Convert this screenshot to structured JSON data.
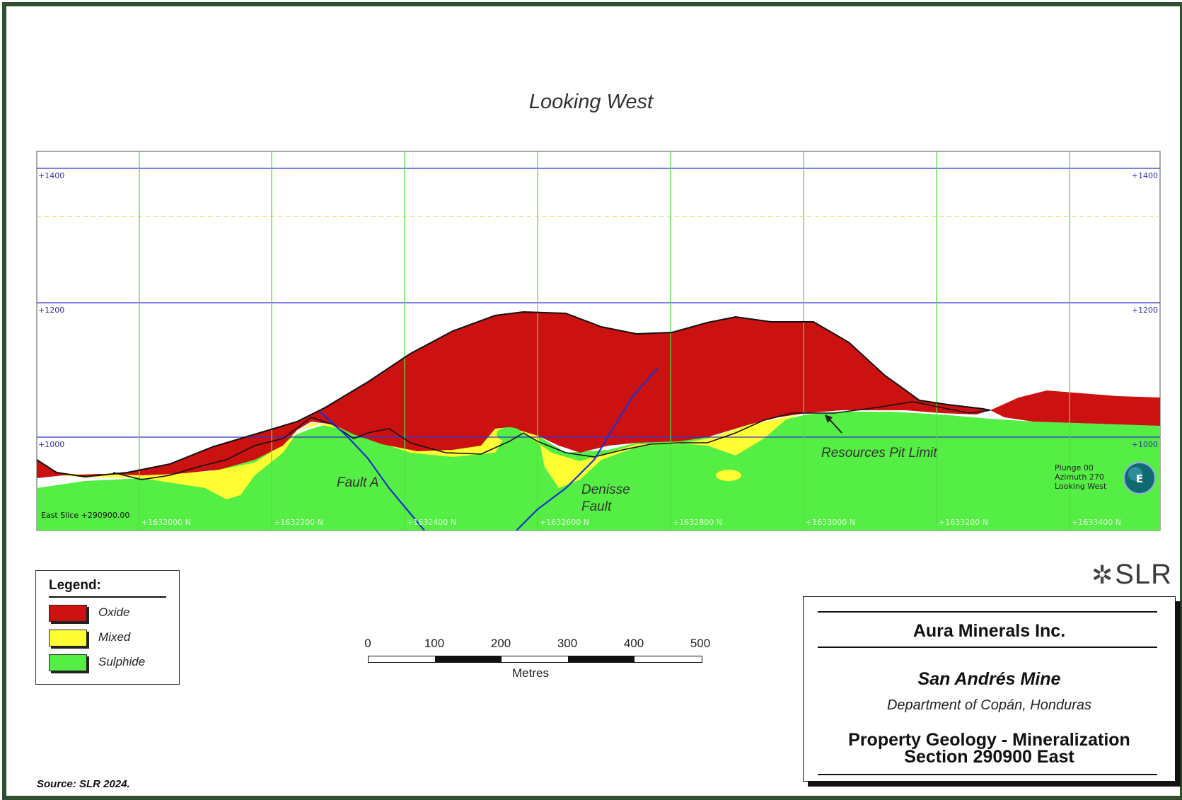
{
  "view_title": "Looking West",
  "section": {
    "elevation_levels": [
      1400,
      1200,
      1000
    ],
    "elevation_labels": [
      "+1400",
      "+1200",
      "+1000"
    ],
    "northing_labels": [
      "+1632000 N",
      "+1632200 N",
      "+1632400 N",
      "+1632600 N",
      "+1632800 N",
      "+1633000 N",
      "+1633200 N",
      "+1633400 N"
    ],
    "slice_label": "East Slice +290900.00",
    "annotations": {
      "fault_a": "Fault A",
      "denisse_fault_line1": "Denisse",
      "denisse_fault_line2": "Fault",
      "pit_limit": "Resources Pit Limit"
    },
    "orientation": {
      "plunge": "Plunge 00",
      "azimuth": "Azimuth 270",
      "looking": "Looking West",
      "compass_letter": "E"
    },
    "colors": {
      "oxide": "#cc1111",
      "mixed": "#ffff33",
      "sulphide": "#55ee44",
      "elevation_grid": "#3333cc",
      "northing_grid": "#55dd44",
      "fault": "#1a33cc"
    }
  },
  "legend": {
    "title": "Legend:",
    "items": [
      {
        "label": "Oxide",
        "color": "#cc1111"
      },
      {
        "label": "Mixed",
        "color": "#ffff33"
      },
      {
        "label": "Sulphide",
        "color": "#55ee44"
      }
    ]
  },
  "scale_bar": {
    "tick_labels": [
      "0",
      "100",
      "200",
      "300",
      "400",
      "500"
    ],
    "units": "Metres"
  },
  "logo": {
    "text": "SLR"
  },
  "title_block": {
    "client": "Aura Minerals Inc.",
    "project": "San Andrés Mine",
    "location": "Department of Copán, Honduras",
    "figure_title_line1": "Property Geology - Mineralization",
    "figure_title_line2": "Section 290900 East"
  },
  "source": "Source:  SLR 2024."
}
